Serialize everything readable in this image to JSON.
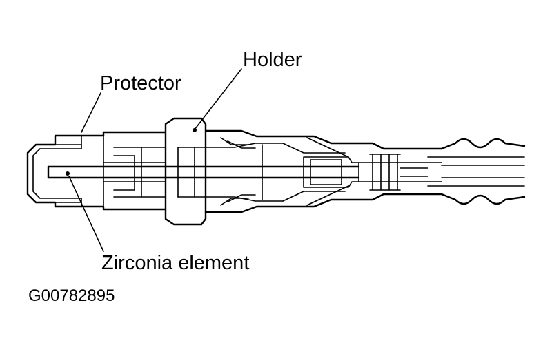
{
  "labels": {
    "holder": "Holder",
    "protector": "Protector",
    "zirconia_element": "Zirconia element"
  },
  "figure_id": "G00782895",
  "colors": {
    "ink": "#000000",
    "background": "#ffffff"
  }
}
